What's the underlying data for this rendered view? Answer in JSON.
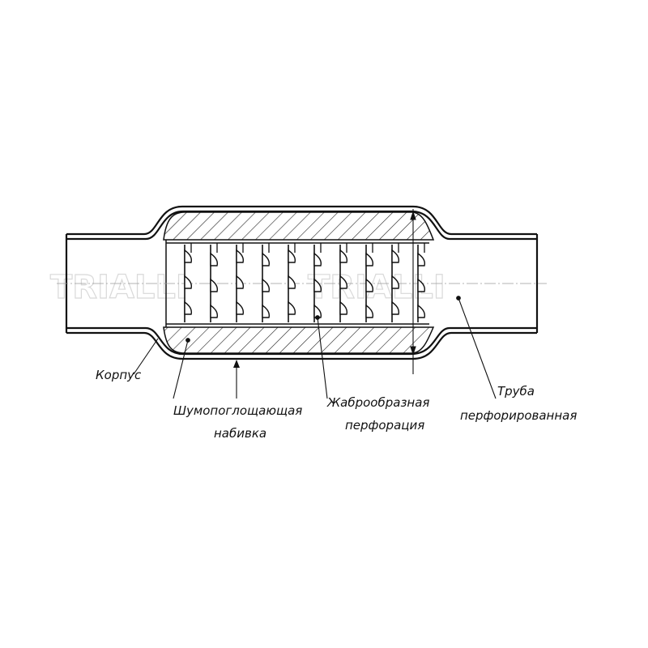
{
  "labels": {
    "housing": "Корпус",
    "packing_line1": "Шумопоглощающая",
    "packing_line2": "набивка",
    "perforation_line1": "Жаброобразная",
    "perforation_line2": "перфорация",
    "pipe_line1": "Труба",
    "pipe_line2": "перфорированная"
  },
  "watermark": "TRIALLI",
  "colors": {
    "line": "#111111",
    "hatch": "#222222",
    "centerline": "#9a9a9a",
    "watermark": "#d9d9d9"
  },
  "gill_perforation": {
    "rows": 10,
    "gills_per_row": 3
  }
}
